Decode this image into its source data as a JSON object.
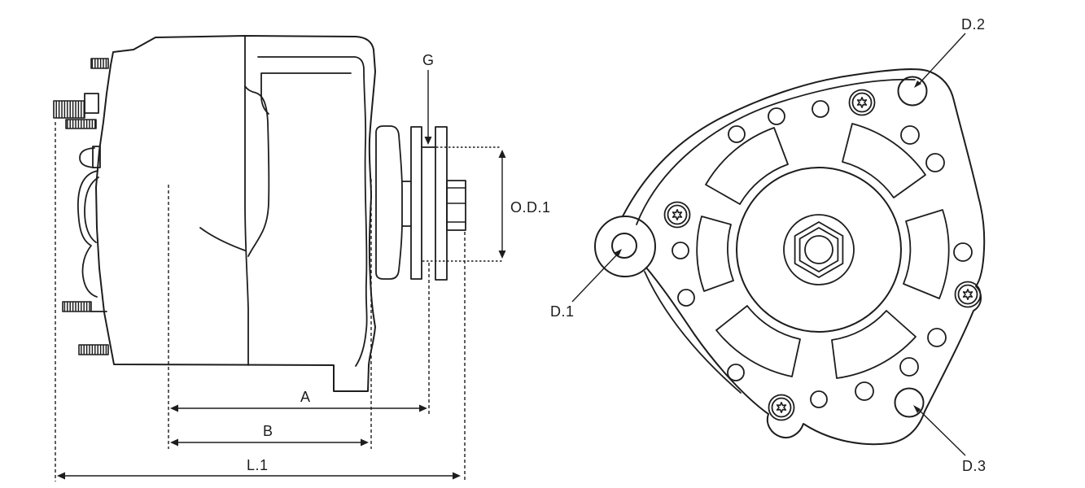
{
  "title": "Alternator technical line drawing, two views",
  "diagram": {
    "background_color": "#ffffff",
    "line_color": "#1d1d1d",
    "dimension_labels": {
      "g": "G",
      "od1": "O.D.1",
      "a": "A",
      "b": "B",
      "l1": "L.1",
      "d1": "D.1",
      "d2": "D.2",
      "d3": "D.3"
    }
  }
}
